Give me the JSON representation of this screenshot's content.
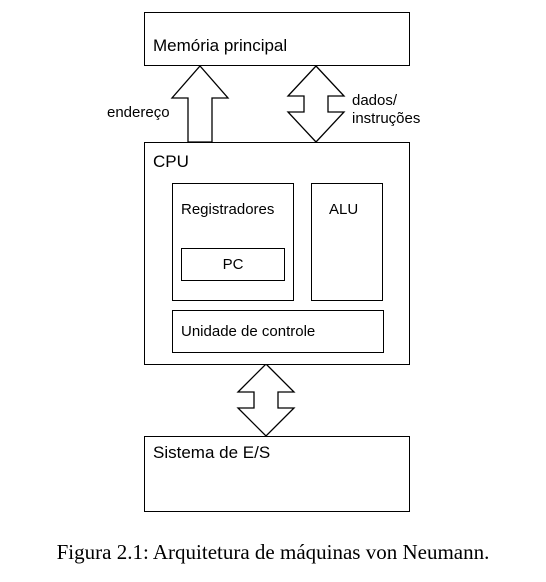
{
  "diagram": {
    "main_memory": "Memória principal",
    "address_label": "endereço",
    "data_label_line1": "dados/",
    "data_label_line2": "instruções",
    "cpu": "CPU",
    "registers": "Registradores",
    "pc": "PC",
    "alu": "ALU",
    "control_unit": "Unidade de controle",
    "io_system": "Sistema de E/S"
  },
  "caption": "Figura 2.1: Arquitetura de máquinas von Neumann."
}
